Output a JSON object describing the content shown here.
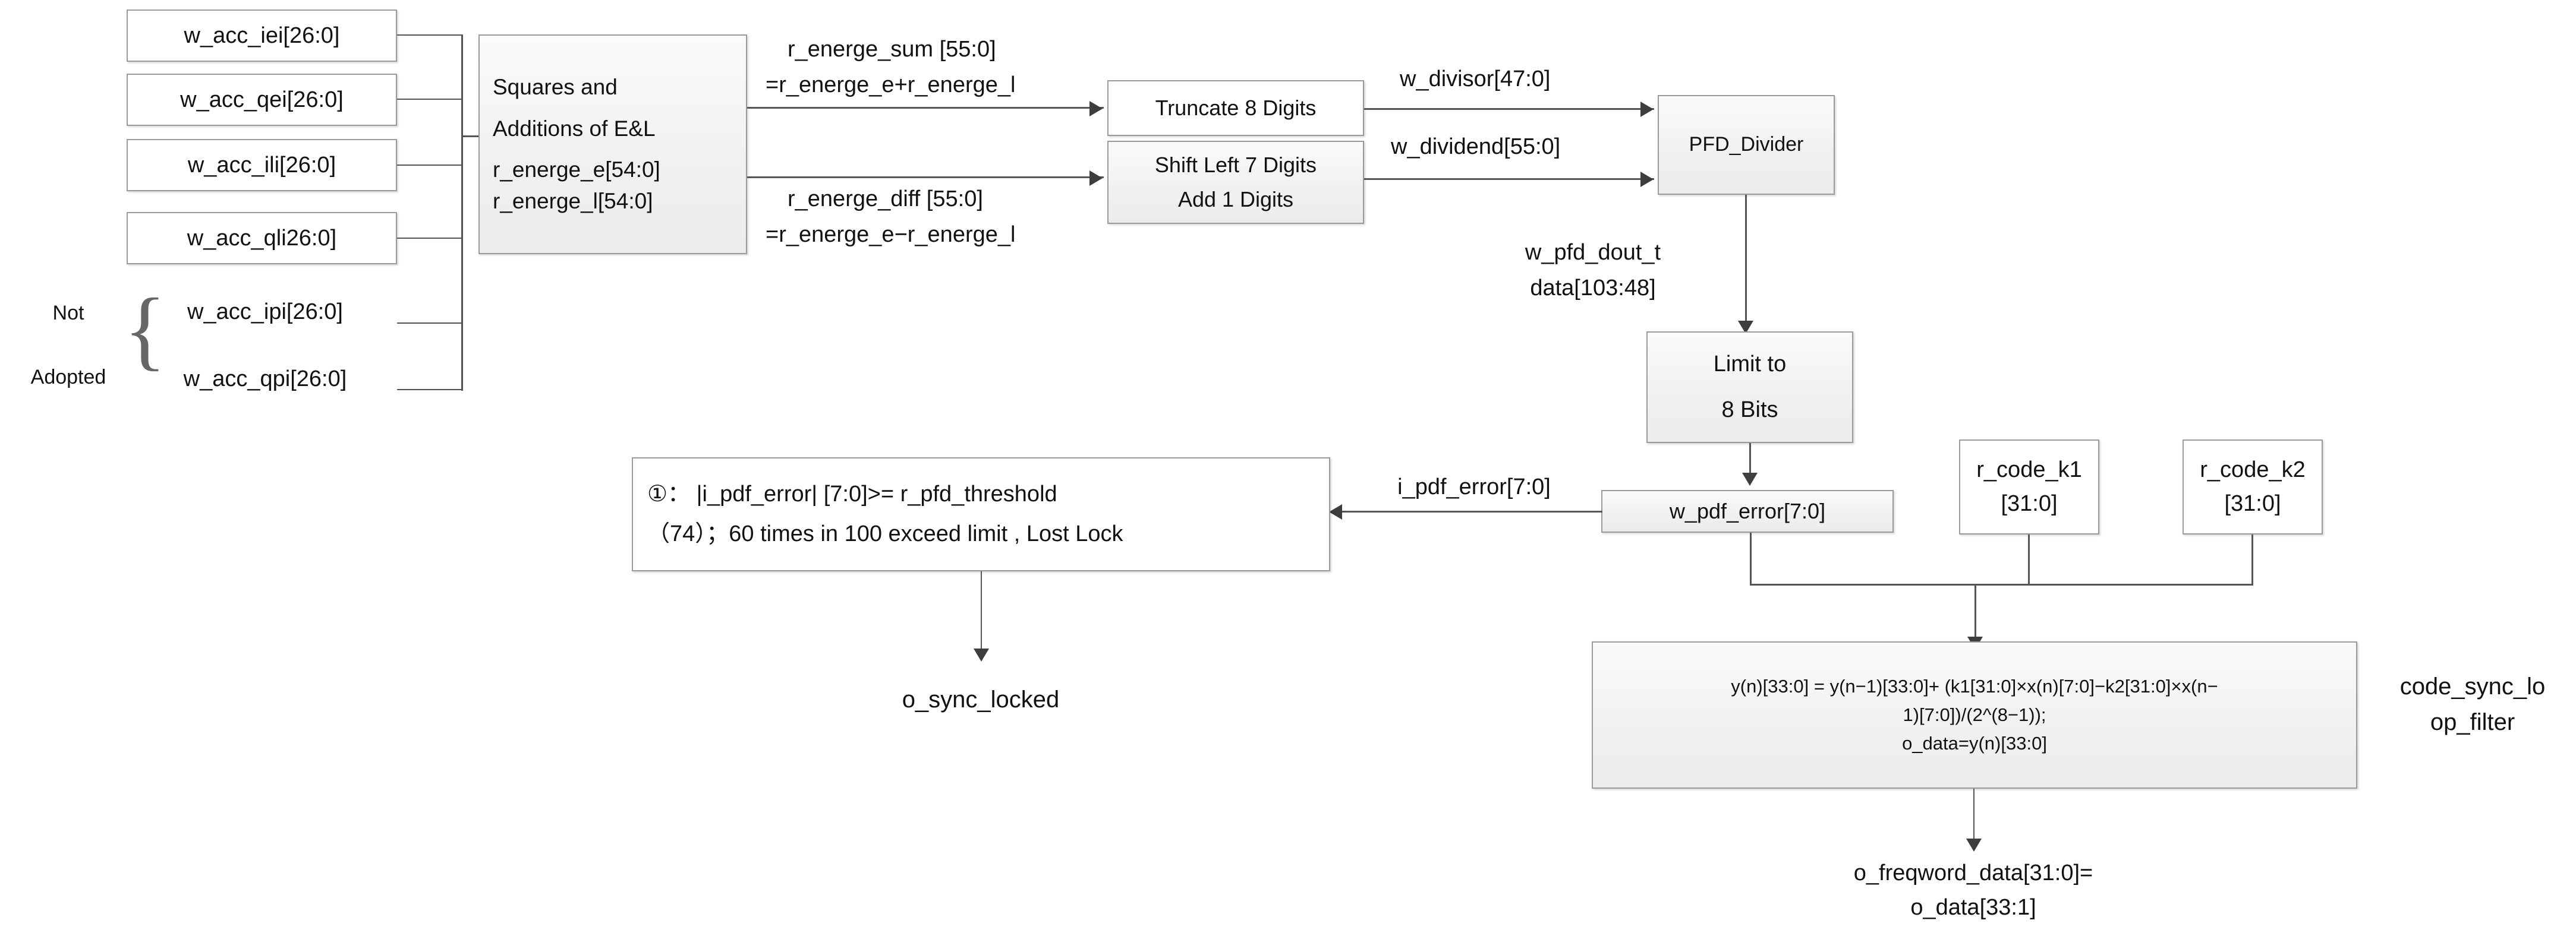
{
  "diagram": {
    "title": "code_sync_loop_filter block diagram",
    "module_label_line1": "code_sync_lo",
    "module_label_line2": "op_filter"
  },
  "inputs": {
    "adopted": [
      {
        "name": "w_acc_iei[26:0]"
      },
      {
        "name": "w_acc_qei[26:0]"
      },
      {
        "name": "w_acc_ili[26:0]"
      },
      {
        "name": "w_acc_qli26:0]"
      }
    ],
    "not_adopted_caption_line1": "Not",
    "not_adopted_caption_line2": "Adopted",
    "not_adopted": [
      {
        "name": "w_acc_ipi[26:0]"
      },
      {
        "name": "w_acc_qpi[26:0]"
      }
    ]
  },
  "blocks": {
    "squares": {
      "lines": [
        "Squares and",
        "Additions of E&L",
        "r_energe_e[54:0]",
        "r_energe_l[54:0]"
      ]
    },
    "truncate": {
      "lines": [
        "Truncate 8 Digits"
      ]
    },
    "shift": {
      "lines": [
        "Shift Left 7 Digits",
        "Add 1 Digits"
      ]
    },
    "pfd_divider": {
      "lines": [
        "PFD_Divider"
      ]
    },
    "limit": {
      "lines": [
        "Limit to",
        "8 Bits"
      ]
    },
    "pdf_error": {
      "lines": [
        "w_pdf_error[7:0]"
      ]
    },
    "code_k1": {
      "lines": [
        "r_code_k1",
        "[31:0]"
      ]
    },
    "code_k2": {
      "lines": [
        "r_code_k2",
        "[31:0]"
      ]
    },
    "note_one": {
      "marker": "①",
      "line1": "①： |i_pdf_error| [7:0]>= r_pfd_threshold",
      "line2": "（74）；60 times in 100 exceed limit , Lost Lock"
    },
    "loop_filter_eq": {
      "lines": [
        "y(n)[33:0] = y(n−1)[33:0]+ (k1[31:0]×x(n)[7:0]−k2[31:0]×x(n−",
        "1)[7:0])/(2^(8−1));",
        "o_data=y(n)[33:0]"
      ]
    }
  },
  "signals": {
    "energe_sum_l1": "r_energe_sum [55:0]",
    "energe_sum_l2": "=r_energe_e+r_energe_l",
    "energe_diff_l1": "r_energe_diff [55:0]",
    "energe_diff_l2": "=r_energe_e−r_energe_l",
    "divisor": "w_divisor[47:0]",
    "dividend": "w_dividend[55:0]",
    "pfd_dout_l1": "w_pfd_dout_t",
    "pfd_dout_l2": "data[103:48]",
    "i_pdf_error": "i_pdf_error[7:0]",
    "o_sync_locked": "o_sync_locked",
    "o_freqword_l1": "o_freqword_data[31:0]=",
    "o_freqword_l2": "o_data[33:1]"
  },
  "colors": {
    "wire": "#555555",
    "arrow": "#3d3d3d",
    "box_border": "#9a9a9a",
    "text": "#111111",
    "background": "#ffffff"
  }
}
